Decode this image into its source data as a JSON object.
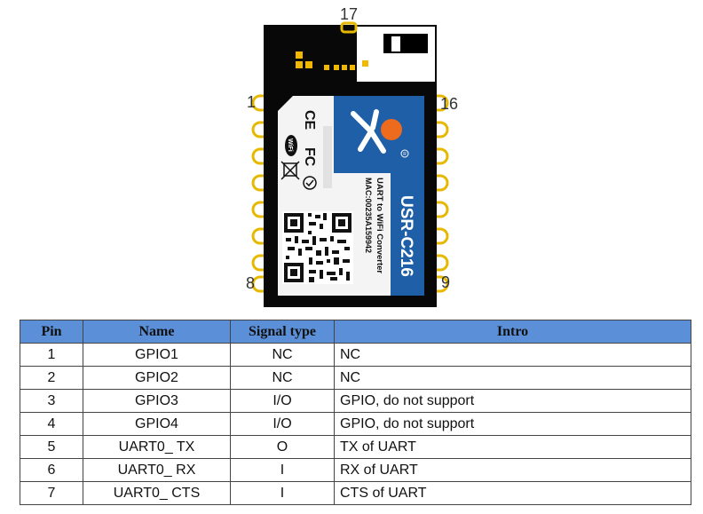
{
  "figure": {
    "pin_labels": {
      "top": "17",
      "left_top": "1",
      "left_bottom": "8",
      "right_top": "16",
      "right_bottom": "9"
    },
    "module_name": "USR-C216",
    "subtitle": "UART to WiFi Converter",
    "mac": "MAC:00235A159942",
    "registered_mark": "R",
    "ce_mark": "CE",
    "fc_mark": "FC",
    "wifi_badge": "WiFi"
  },
  "table": {
    "headers": [
      "Pin",
      "Name",
      "Signal type",
      "Intro"
    ],
    "rows": [
      {
        "pin": "1",
        "name": "GPIO1",
        "signal": "NC",
        "intro": "NC"
      },
      {
        "pin": "2",
        "name": "GPIO2",
        "signal": "NC",
        "intro": "NC"
      },
      {
        "pin": "3",
        "name": "GPIO3",
        "signal": "I/O",
        "intro": "GPIO, do not support"
      },
      {
        "pin": "4",
        "name": "GPIO4",
        "signal": "I/O",
        "intro": "GPIO, do not support"
      },
      {
        "pin": "5",
        "name": "UART0_ TX",
        "signal": "O",
        "intro": "TX of UART"
      },
      {
        "pin": "6",
        "name": "UART0_ RX",
        "signal": "I",
        "intro": "RX of UART"
      },
      {
        "pin": "7",
        "name": "UART0_ CTS",
        "signal": "I",
        "intro": "CTS of UART"
      }
    ]
  }
}
